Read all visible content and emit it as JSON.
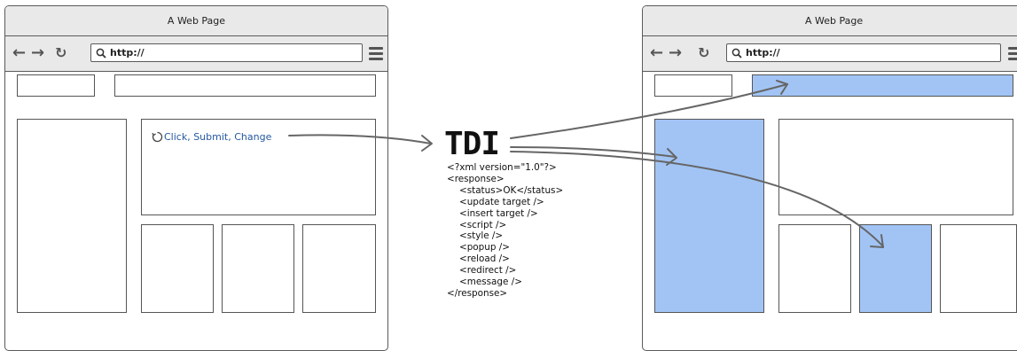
{
  "left_window": {
    "title": "A Web Page",
    "url": "http://",
    "action_label": "Click, Submit, Change"
  },
  "right_window": {
    "title": "A Web Page",
    "url": "http://"
  },
  "tdi": {
    "title": "TDI",
    "code_lines": [
      "<?xml version=\"1.0\"?>",
      "<response>",
      "<status>OK</status>",
      "<update target />",
      "<insert target />",
      "<script />",
      "<style />",
      "<popup />",
      "<reload />",
      "<redirect />",
      "<message />",
      "</response>"
    ]
  },
  "colors": {
    "highlight": "#a2c4f5",
    "link": "#2457a0",
    "chrome": "#e9e9e9"
  },
  "icons": [
    "back-arrow-icon",
    "forward-arrow-icon",
    "refresh-icon",
    "search-icon",
    "menu-icon",
    "loading-spinner-icon"
  ]
}
